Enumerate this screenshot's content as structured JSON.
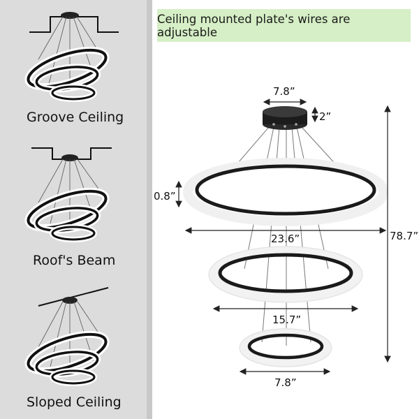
{
  "banner": "Ceiling mounted plate's wires are adjustable",
  "install_types": [
    {
      "label": "Groove Ceiling",
      "icon": "groove-ceiling-lamp-icon"
    },
    {
      "label": "Roof's Beam",
      "icon": "roof-beam-lamp-icon"
    },
    {
      "label": "Sloped Ceiling",
      "icon": "sloped-ceiling-lamp-icon"
    }
  ],
  "dimensions": {
    "canopy_width": "7.8”",
    "canopy_height": "2”",
    "ring_thickness": "0.8”",
    "large_ring": "23.6”",
    "medium_ring": "15.7”",
    "small_ring": "7.8”",
    "total_height": "78.7”"
  },
  "colors": {
    "left_panel": "#dcdcdc",
    "banner": "#d6efc6",
    "ring": "#1a1a1a"
  }
}
